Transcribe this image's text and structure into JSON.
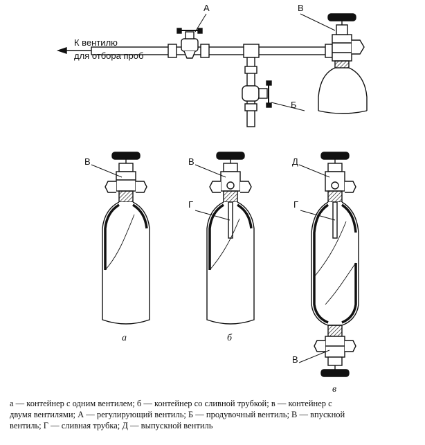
{
  "labels": {
    "outlet": "К вентилю\nдля отбора проб",
    "valve_a": "А",
    "valve_b": "Б",
    "valve_v_top": "В",
    "valve_v_a": "В",
    "valve_v_b": "В",
    "valve_d": "Д",
    "tube_g_b": "Г",
    "tube_g_v": "Г",
    "valve_v_bottom": "В",
    "sub_a": "а",
    "sub_b": "б",
    "sub_v": "в"
  },
  "caption": {
    "line1": "а — контейнер с одним вентилем; б — контейнер со сливной трубкой; в — контейнер с",
    "line2": "двумя вентилями; А — регулирующий вентиль; Б — продувочный вентиль; В — впускной",
    "line3": "вентиль; Г — сливная трубка; Д — выпускной вентиль"
  }
}
